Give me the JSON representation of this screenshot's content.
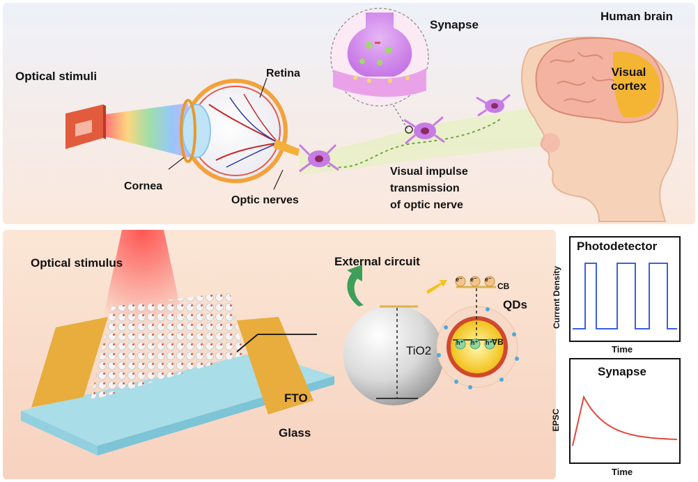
{
  "top": {
    "optical_stimuli": "Optical stimuli",
    "retina": "Retina",
    "cornea": "Cornea",
    "optic_nerves": "Optic nerves",
    "synapse": "Synapse",
    "human_brain": "Human brain",
    "visual_cortex": "Visual\ncortex",
    "impulse_1": "Visual impulse",
    "impulse_2": "transmission",
    "impulse_3": "of optic nerve"
  },
  "bottom": {
    "optical_stimulus": "Optical stimulus",
    "fto": "FTO",
    "glass": "Glass",
    "external_circuit": "External circuit",
    "tio2": "TiO2",
    "qds": "QDs",
    "cb": "CB",
    "vb": "VB",
    "electron": "e⁻",
    "hole": "h⁺"
  },
  "photodetector_panel": {
    "title": "Photodetector",
    "ylabel": "Current Density",
    "xlabel": "Time"
  },
  "synapse_panel": {
    "title": "Synapse",
    "ylabel": "EPSC",
    "xlabel": "Time"
  },
  "colors": {
    "gold": "#e8ad3c",
    "pulse": "#3b5fe0",
    "decay": "#e0473a",
    "neuron": "#b255d6",
    "skin": "#f6d2b8",
    "glass": "#a9dde8"
  }
}
